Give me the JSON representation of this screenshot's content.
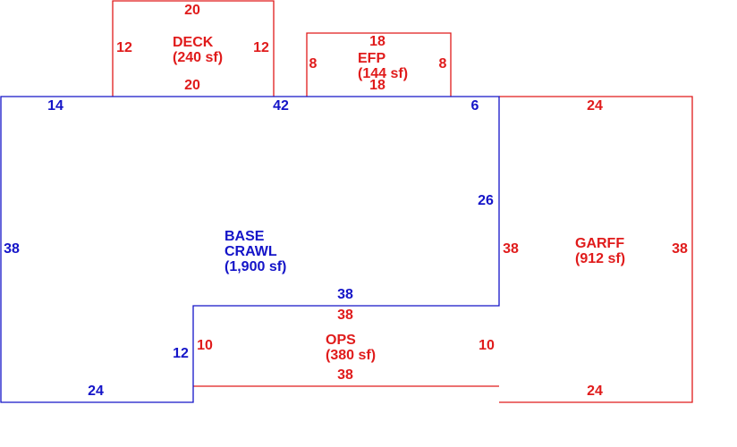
{
  "colors": {
    "main": "#1414c8",
    "addition": "#e01b1b",
    "background": "#ffffff"
  },
  "areas": {
    "base": {
      "name1": "BASE",
      "name2": "CRAWL",
      "area": "(1,900 sf)"
    },
    "deck": {
      "name": "DECK",
      "area": "(240 sf)"
    },
    "efp": {
      "name": "EFP",
      "area": "(144 sf)"
    },
    "garff": {
      "name": "GARFF",
      "area": "(912 sf)"
    },
    "ops": {
      "name": "OPS",
      "area": "(380 sf)"
    }
  },
  "dimensions": {
    "base_top_left": "14",
    "base_top_mid": "42",
    "base_top_right": "6",
    "base_right": "26",
    "base_left": "38",
    "base_step_top": "38",
    "base_step_side": "12",
    "base_bottom": "24",
    "deck_top": "20",
    "deck_bottom": "20",
    "deck_left": "12",
    "deck_right": "12",
    "efp_top": "18",
    "efp_bottom": "18",
    "efp_left": "8",
    "efp_right": "8",
    "garff_top": "24",
    "garff_bottom": "24",
    "garff_left": "38",
    "garff_right": "38",
    "ops_top": "38",
    "ops_bottom": "38",
    "ops_left": "10",
    "ops_right": "10"
  }
}
